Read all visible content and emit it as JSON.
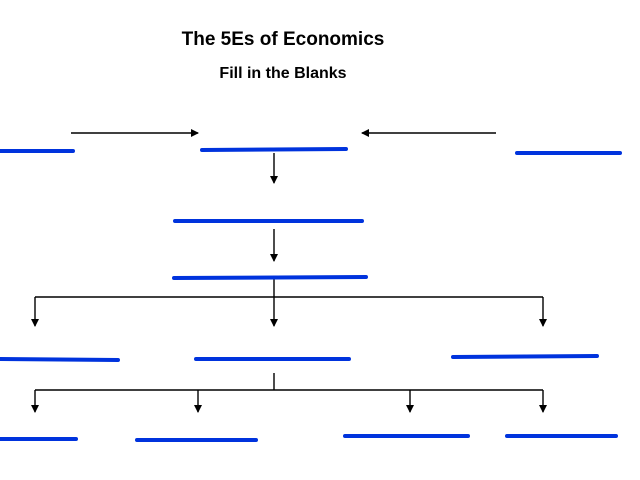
{
  "title": "The 5Es of Economics",
  "subtitle": "Fill in the Blanks",
  "colors": {
    "blank_line": "#0033dd",
    "connector": "#000000"
  },
  "blanks": [
    {
      "id": "top-left",
      "value": ""
    },
    {
      "id": "top-center",
      "value": ""
    },
    {
      "id": "top-right",
      "value": ""
    },
    {
      "id": "second",
      "value": ""
    },
    {
      "id": "third",
      "value": ""
    },
    {
      "id": "mid-left",
      "value": ""
    },
    {
      "id": "mid-center",
      "value": ""
    },
    {
      "id": "mid-right",
      "value": ""
    },
    {
      "id": "bottom-1",
      "value": ""
    },
    {
      "id": "bottom-2",
      "value": ""
    },
    {
      "id": "bottom-3",
      "value": ""
    },
    {
      "id": "bottom-4",
      "value": ""
    }
  ]
}
